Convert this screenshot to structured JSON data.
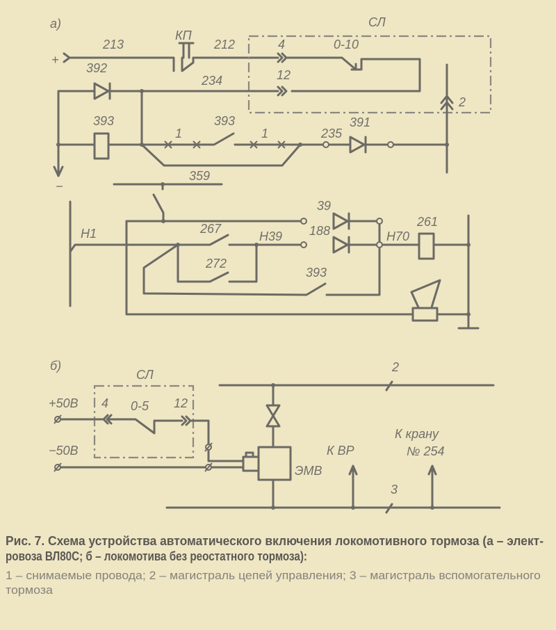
{
  "diagram_a": {
    "panel_label": "а)",
    "plus": "+",
    "minus": "−",
    "wire_213": "213",
    "kp": "КП",
    "wire_212": "212",
    "sl": "СЛ",
    "contact_4": "4",
    "contact_12": "12",
    "position": "0-10",
    "diode_392": "392",
    "wire_234": "234",
    "coil_393": "393",
    "contact_393": "393",
    "removable_1a": "1",
    "removable_1b": "1",
    "wire_235": "235",
    "diode_391": "391",
    "line_2": "2",
    "wire_359": "359",
    "bus_h1": "Н1",
    "wire_39": "39",
    "wire_267": "267",
    "wire_h39": "Н39",
    "wire_188": "188",
    "wire_h70": "Н70",
    "relay_261": "261",
    "wire_272": "272",
    "contact_393b": "393"
  },
  "diagram_b": {
    "panel_label": "б)",
    "sl": "СЛ",
    "plus_50v": "+50В",
    "minus_50v": "−50В",
    "contact_4": "4",
    "position": "0-5",
    "contact_12": "12",
    "emv": "ЭМВ",
    "line_2": "2",
    "line_3": "3",
    "to_vr": "К ВР",
    "to_valve": "К крану",
    "valve_no": "№ 254"
  },
  "caption": {
    "title_line1": "Рис. 7. Схема устройства автоматического включения локомотивного тормоза (а – элект-",
    "title_line2": "ровоза ВЛ80С; б – локомотива без реостатного тормоза):",
    "legend_line1": "1 – снимаемые провода; 2 – магистраль цепей управления; 3 – магистраль вспомогательного",
    "legend_line2": "тормоза"
  }
}
